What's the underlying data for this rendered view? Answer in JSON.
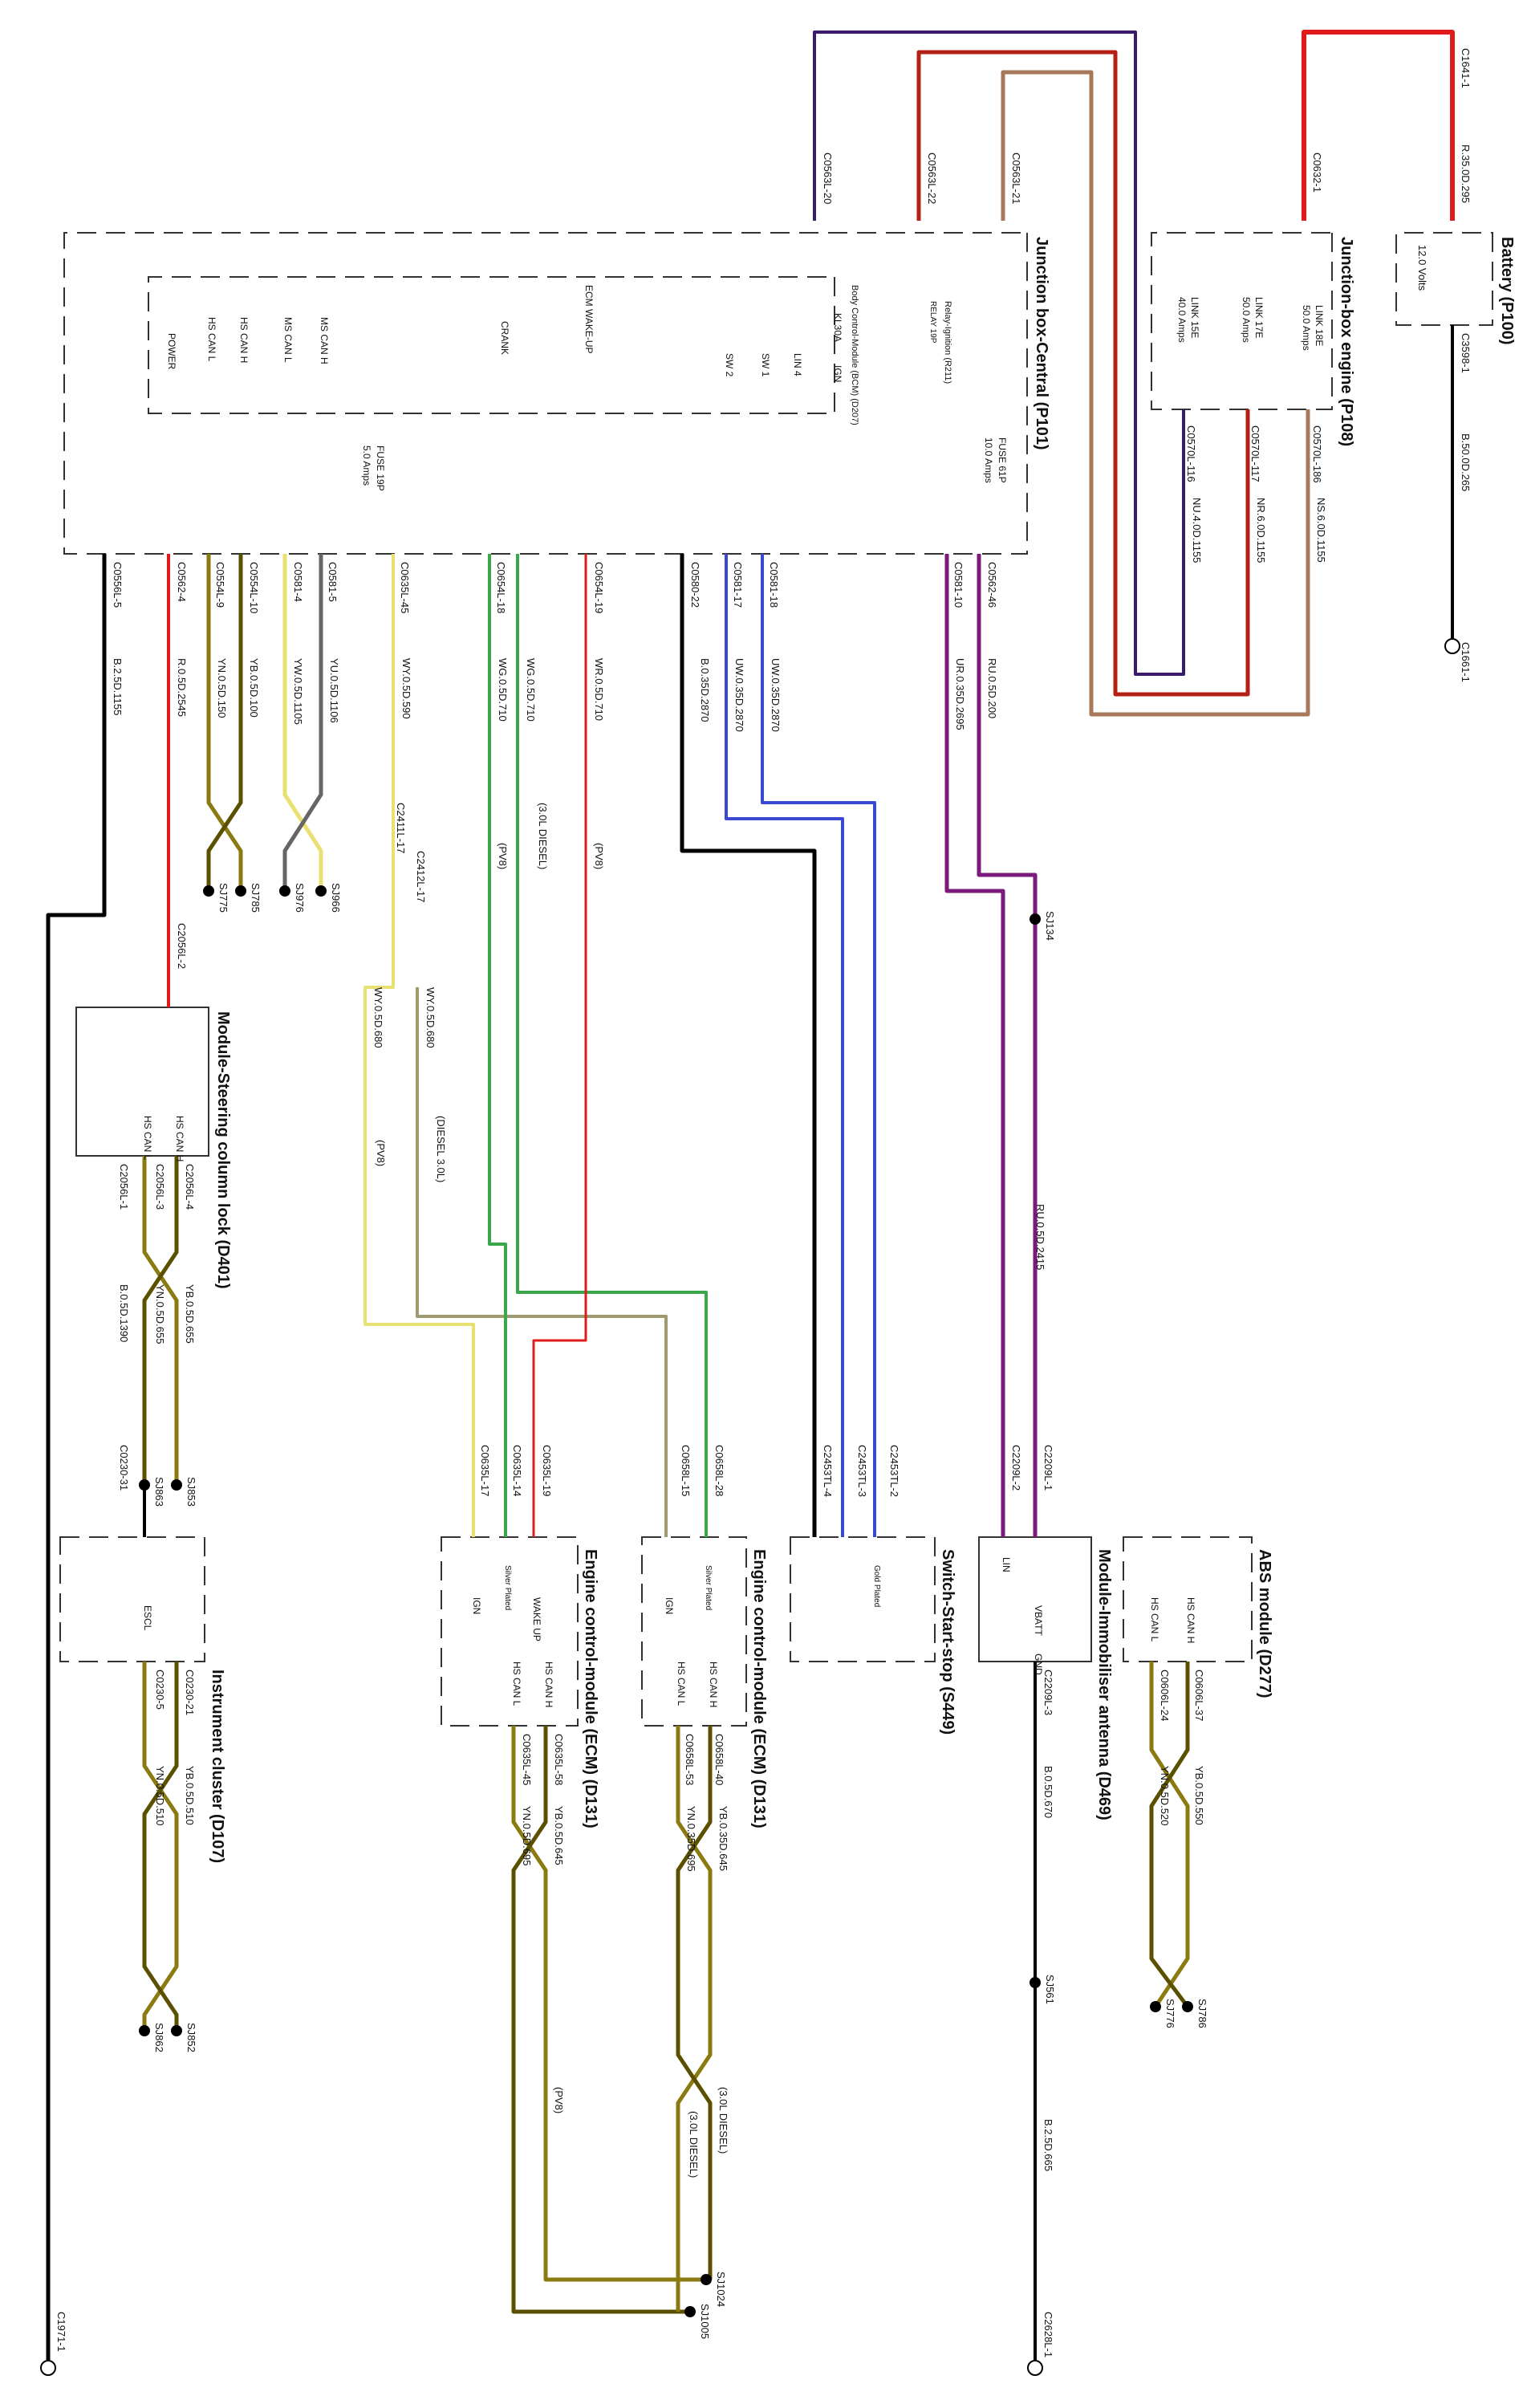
{
  "components": {
    "battery": {
      "title": "Battery (P100)",
      "voltage": "12.0 Volts"
    },
    "jb_engine": {
      "title": "Junction-box engine (P108)",
      "links": [
        "LINK 18E",
        "LINK 17E",
        "LINK 15E"
      ],
      "amps": [
        "50.0 Amps",
        "50.0 Amps",
        "40.0 Amps"
      ]
    },
    "jb_central": {
      "title": "Junction box-Central (P101)",
      "bcm": "Body Control-Module (BCM) (D207)",
      "relay_name": "Relay-Ignition (R211)",
      "relay_id": "RELAY 19P",
      "pins_top": [
        "KL30A",
        "IGN",
        "LIN 4",
        "SW 1",
        "SW 2",
        "ECM WAKE-UP",
        "CRANK",
        "MS CAN H",
        "MS CAN L",
        "HS CAN H",
        "HS CAN L",
        "POWER"
      ],
      "fuse61": [
        "FUSE 61P",
        "10.0 Amps"
      ],
      "fuse19": [
        "FUSE 19P",
        "5.0 Amps"
      ]
    },
    "scl": {
      "title": "Module-Steering column lock (D401)",
      "pins": [
        "HS CAN H",
        "HS CAN L"
      ]
    },
    "ic": {
      "title": "Instrument cluster (D107)",
      "pin": "ESCL"
    },
    "ecm1": {
      "title": "Engine control-module (ECM) (D131)",
      "pins": [
        "WAKE UP",
        "IGN",
        "HS CAN H",
        "HS CAN L"
      ],
      "plating": "Silver Plated"
    },
    "ecm2": {
      "title": "Engine control-module (ECM) (D131)",
      "pins": [
        "IGN",
        "HS CAN H",
        "HS CAN L"
      ],
      "plating": "Silver Plated"
    },
    "sss": {
      "title": "Switch-Start-stop (S449)",
      "plating": "Gold Plated"
    },
    "imm": {
      "title": "Module-Immobiliser antenna (D469)",
      "pins": [
        "LIN",
        "VBATT",
        "GND"
      ]
    },
    "abs": {
      "title": "ABS module (D277)",
      "pins": [
        "HS CAN H",
        "HS CAN L"
      ]
    }
  },
  "connectors": [
    "C1641-1",
    "C3598-1",
    "C1661-1",
    "C0632-1",
    "C0570L-186",
    "C0570L-117",
    "C0570L-116",
    "C0563L-20",
    "C0563L-22",
    "C0563L-21",
    "C0562-46",
    "C0581-10",
    "C0581-18",
    "C0581-17",
    "C0580-22",
    "C0654L-19",
    "C0654L-18",
    "C0635L-45",
    "C0581-5",
    "C0581-4",
    "C0554L-10",
    "C0554L-9",
    "C0562-4",
    "C0556L-5",
    "C2056L-2",
    "C2056L-4",
    "C2056L-3",
    "C2056L-1",
    "C0230-31",
    "C0230-21",
    "C0230-5",
    "C2411L-17",
    "C2412L-17",
    "C0635L-19",
    "C0635L-14",
    "C0635L-17",
    "C0658L-28",
    "C0658L-15",
    "C0635L-58",
    "C0635L-45",
    "C0658L-40",
    "C0658L-53",
    "C2453TL-4",
    "C2453TL-3",
    "C2453TL-2",
    "C2209L-1",
    "C2209L-2",
    "C2209L-3",
    "C0606L-37",
    "C0606L-24",
    "C1971-1",
    "C2628L-1"
  ],
  "wire_labels": [
    "R.35.0D.295",
    "B.50.0D.265",
    "NS.6.0D.1155",
    "NR.6.0D.1155",
    "NU.4.0D.1155",
    "RU.0.5D.200",
    "UR.0.35D.2695",
    "UW.0.35D.2870",
    "UW.0.35D.2870",
    "B.0.35D.2870",
    "WR.0.5D.710",
    "WG.0.5D.710",
    "WG.0.5D.710",
    "WY.0.5D.590",
    "YU.0.5D.1106",
    "YW.0.5D.1105",
    "YB.0.5D.100",
    "YN.0.5D.150",
    "R.0.5D.2545",
    "B.2.5D.1155",
    "RU.0.5D.2415",
    "YB.0.5D.655",
    "YN.0.5D.655",
    "B.0.5D.1390",
    "WY.0.5D.680",
    "WY.0.5D.680",
    "YB.0.5D.510",
    "YN.0.5D.510",
    "YB.0.5D.645",
    "YN.0.5D.695",
    "YB.0.35D.645",
    "YN.0.35D.695",
    "B.0.5D.670",
    "B.2.5D.665",
    "YB.0.5D.550",
    "YN.0.5D.520"
  ],
  "notes": [
    "(PV8)",
    "(3.0L DIESEL)",
    "(PV8)",
    "(PV8)",
    "(DIESEL 3.0L)",
    "(PV8)",
    "(3.0L DIESEL)",
    "(3.0L DIESEL)"
  ],
  "splices": [
    "SJ134",
    "SJ775",
    "SJ785",
    "SJ976",
    "SJ966",
    "SJ853",
    "SJ863",
    "SJ852",
    "SJ862",
    "SJ1024",
    "SJ1005",
    "SJ561",
    "SJ786",
    "SJ776"
  ],
  "colors": {
    "red": "#e01b1b",
    "purple": "#3a1a6e",
    "darkred": "#b42014",
    "tan": "#a8785a",
    "yellow": "#f2e85a",
    "olive": "#8a7a10",
    "green": "#3aa84a",
    "blue": "#3a4ad0",
    "violet": "#7a1a7a",
    "black": "#000000"
  }
}
